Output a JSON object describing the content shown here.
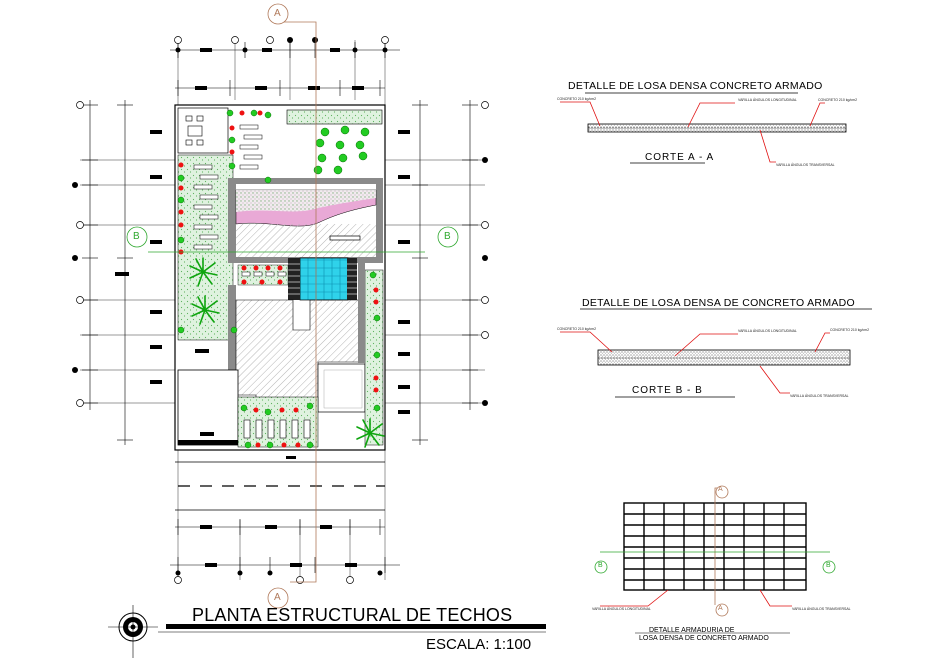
{
  "drawing": {
    "title": "PLANTA ESTRUCTURAL DE TECHOS",
    "scale_label": "ESCALA: 1:100",
    "axis_a": "A",
    "axis_b": "B"
  },
  "detail_1": {
    "title": "DETALLE DE LOSA DENSA CONCRETO ARMADO",
    "cut_label": "CORTE  A - A",
    "note_left": "CONCRETO 210 kg/cm2",
    "note_mid": "VARILLA ÁNGULOS LONGITUDINAL",
    "note_right": "CONCRETO 210 kg/cm2",
    "note_bottom": "VARILLA ÁNGULOS TRANSVERSAL"
  },
  "detail_2": {
    "title": "DETALLE DE LOSA DENSA DE CONCRETO ARMADO",
    "cut_label": "CORTE  B - B",
    "note_left": "CONCRETO 210 kg/cm2",
    "note_mid": "VARILLA ÁNGULOS LONGITUDINAL",
    "note_right": "CONCRETO 210 kg/cm2",
    "note_bottom": "VARILLA ÁNGULOS TRANSVERSAL"
  },
  "detail_3": {
    "title_line1": "DETALLE ARMADURIA DE",
    "title_line2": "LOSA DENSA DE  CONCRETO ARMADO",
    "note_left": "VARILLA ÁNGULOS LONGITUDINAL",
    "note_right": "VARILLA ÁNGULOS TRANSVERSAL"
  },
  "colors": {
    "axis_a": "#b0795a",
    "axis_b": "#2fa82f",
    "tree": "#22cc22",
    "flower": "#ee1111",
    "water": "#2ad4e8",
    "grass": "#d8efd8",
    "roof_band": "#e9a9d6",
    "hatch": "#bbbbbb",
    "wall": "#8a8a8a"
  }
}
